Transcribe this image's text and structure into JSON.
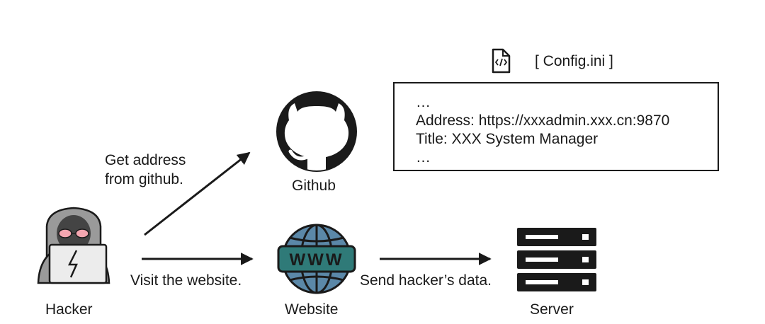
{
  "nodes": {
    "hacker": "Hacker",
    "github": "Github",
    "website": "Website",
    "server": "Server"
  },
  "edges": {
    "hacker_to_github": [
      "Get address",
      "from github."
    ],
    "hacker_to_website": "Visit the website.",
    "website_to_server": "Send hacker’s data."
  },
  "config_file": {
    "name": "[ Config.ini ]",
    "lines": [
      "…",
      "Address: https://xxxadmin.xxx.cn:9870",
      "Title: XXX System Manager",
      "…"
    ]
  },
  "website_icon_text": "WWW",
  "icons": [
    "hacker-icon",
    "github-logo-icon",
    "globe-www-icon",
    "server-rack-icon",
    "code-file-icon"
  ],
  "colors": {
    "stroke": "#1a1a1a",
    "globe_fill": "#5b88a8",
    "www_band": "#2f7a78",
    "hood": "#9a9a9a",
    "glasses": "#f4a6b0"
  }
}
